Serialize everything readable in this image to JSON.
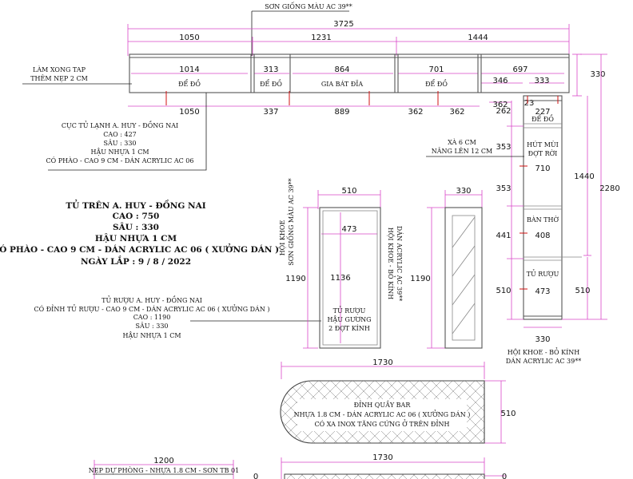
{
  "top_note": "SƠN GIỐNG MÀU AC 39**",
  "upper_cabinet": {
    "total": "3725",
    "top_dims": [
      "1050",
      "1231",
      "1444"
    ],
    "inner_dims": [
      "1014",
      "313",
      "864",
      "701",
      "697"
    ],
    "compartment_labels": [
      "ĐỂ ĐỒ",
      "ĐỂ ĐỒ",
      "GIA BÁT ĐĨA",
      "ĐỂ ĐỒ"
    ],
    "bottom_dims": [
      "1050",
      "337",
      "889",
      "362",
      "362",
      "362"
    ],
    "corner_dims": [
      "346",
      "333",
      "23",
      "262",
      "227"
    ],
    "right_height": "330"
  },
  "left_note": [
    "LÀM XONG TAP",
    "THÊM NẸP 2 CM"
  ],
  "fridge_note": [
    "CỤC TỦ LẠNH A. HUY - ĐỒNG NAI",
    "CAO : 427",
    "SÂU : 330",
    "HẬU NHỰA 1 CM",
    "CÓ PHÀO - CAO 9 CM - DÁN ACRYLIC AC 06"
  ],
  "main_title": [
    "TỦ TRÊN A. HUY - ĐỒNG NAI",
    "CAO : 750",
    "SÂU : 330",
    "HẬU NHỰA 1 CM",
    "CÓ PHÀO - CAO 9 CM - DÁN ACRYLIC AC 06 ( XƯỞNG DÁN )",
    "NGÀY LẮP : 9 / 8 / 2022"
  ],
  "wine_note": [
    "TỦ RƯỢU A. HUY - ĐỒNG NAI",
    "CÓ ĐỈNH TỦ RƯỢU - CAO 9 CM - DÁN ACRYLIC AC 06 ( XƯỞNG DÁN )",
    "CAO : 1190",
    "SÂU : 330",
    "HẬU NHỰA 1 CM"
  ],
  "wine_cabinet": {
    "width": "510",
    "height": "1190",
    "inner_height": "1136",
    "inner_width": "473",
    "label": [
      "TỦ RƯỢU",
      "HẬU GƯƠNG",
      "2 ĐỢT KÍNH"
    ],
    "left_note": [
      "HỘI KHOE",
      "SƠN GIỐNG MÀU AC 39**"
    ],
    "right_note": [
      "HỘI KHOE - BỎ KÍNH",
      "DÁN ACRYLIC AC 39**"
    ]
  },
  "glass_door": {
    "width": "330",
    "height": "1190"
  },
  "tall_cabinet": {
    "xa_note": [
      "XÀ 6 CM",
      "NÂNG LÊN 12 CM"
    ],
    "left_dims": [
      "353",
      "353",
      "441",
      "510"
    ],
    "sections": [
      "ĐỂ ĐỒ",
      "HÚT MÙI",
      "ĐỢT RỜI",
      "710",
      "BÀN THỜ",
      "408",
      "TỦ RƯỢU",
      "473"
    ],
    "heights": [
      "1440",
      "2280",
      "510"
    ],
    "width": "330",
    "bottom_note": [
      "HỘI KHOE - BỎ KÍNH",
      "DÁN ACRYLIC AC 39**"
    ]
  },
  "bar_top": {
    "width": "1730",
    "depth": "510",
    "label": [
      "ĐỈNH QUẦY BAR",
      "NHỰA 1.8 CM - DÁN ACRYLIC AC 06 ( XƯỞNG DÁN )",
      "CÓ XA INOX TĂNG CỨNG Ở TRÊN ĐỈNH"
    ]
  },
  "bar_bottom": {
    "width": "1730",
    "right_dim": "0"
  },
  "batten": {
    "width": "1200",
    "label": "NẸP DỰ PHÒNG - NHỰA 1.8 CM - SƠN TB 01",
    "left_dim": "0"
  }
}
